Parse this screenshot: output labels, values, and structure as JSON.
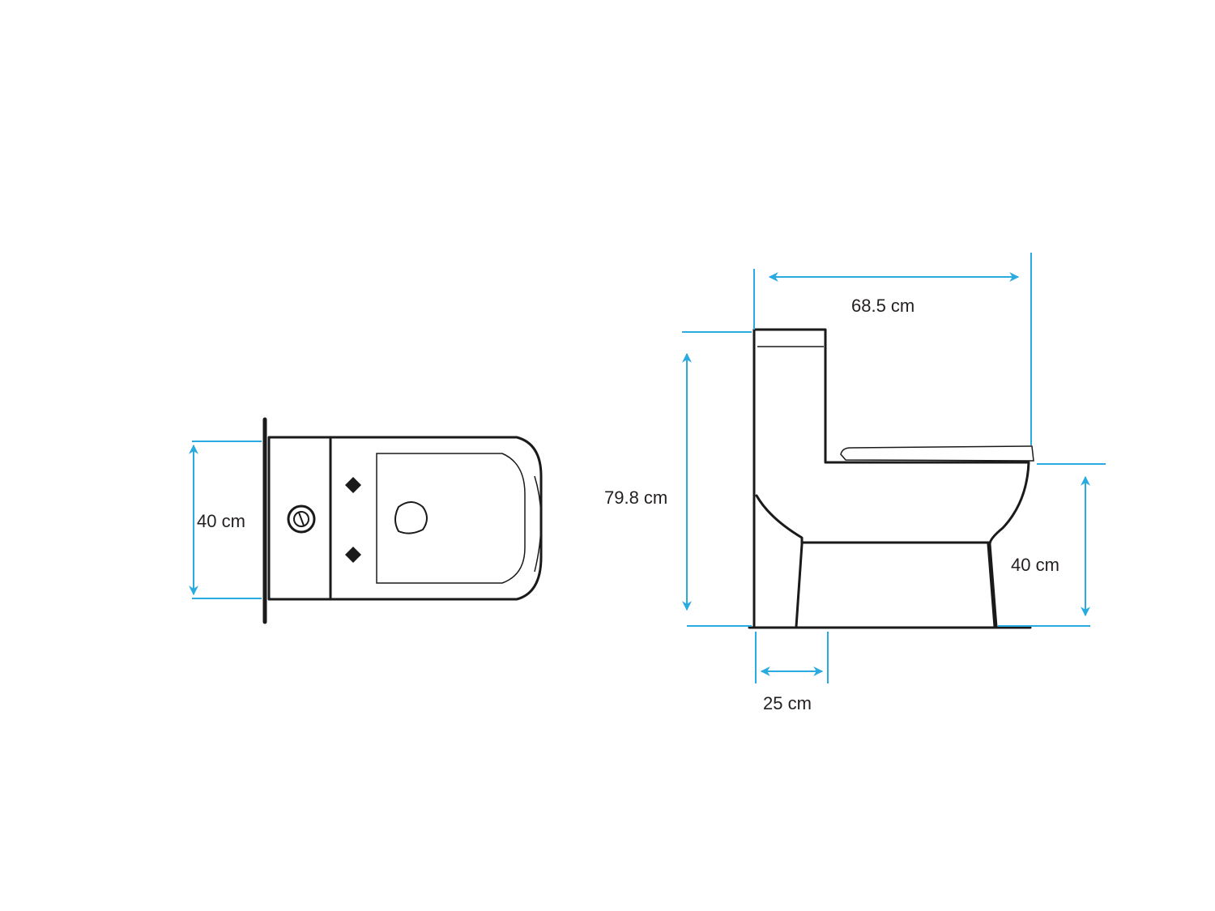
{
  "dimensions": {
    "top_width": "40 cm",
    "total_height": "79.8 cm",
    "total_length": "68.5 cm",
    "seat_height": "40 cm",
    "outlet_distance": "25 cm"
  },
  "colors": {
    "dimension_lines": "#29abe2",
    "outline": "#1a1a1a",
    "text": "#231f20",
    "background": "#ffffff"
  }
}
